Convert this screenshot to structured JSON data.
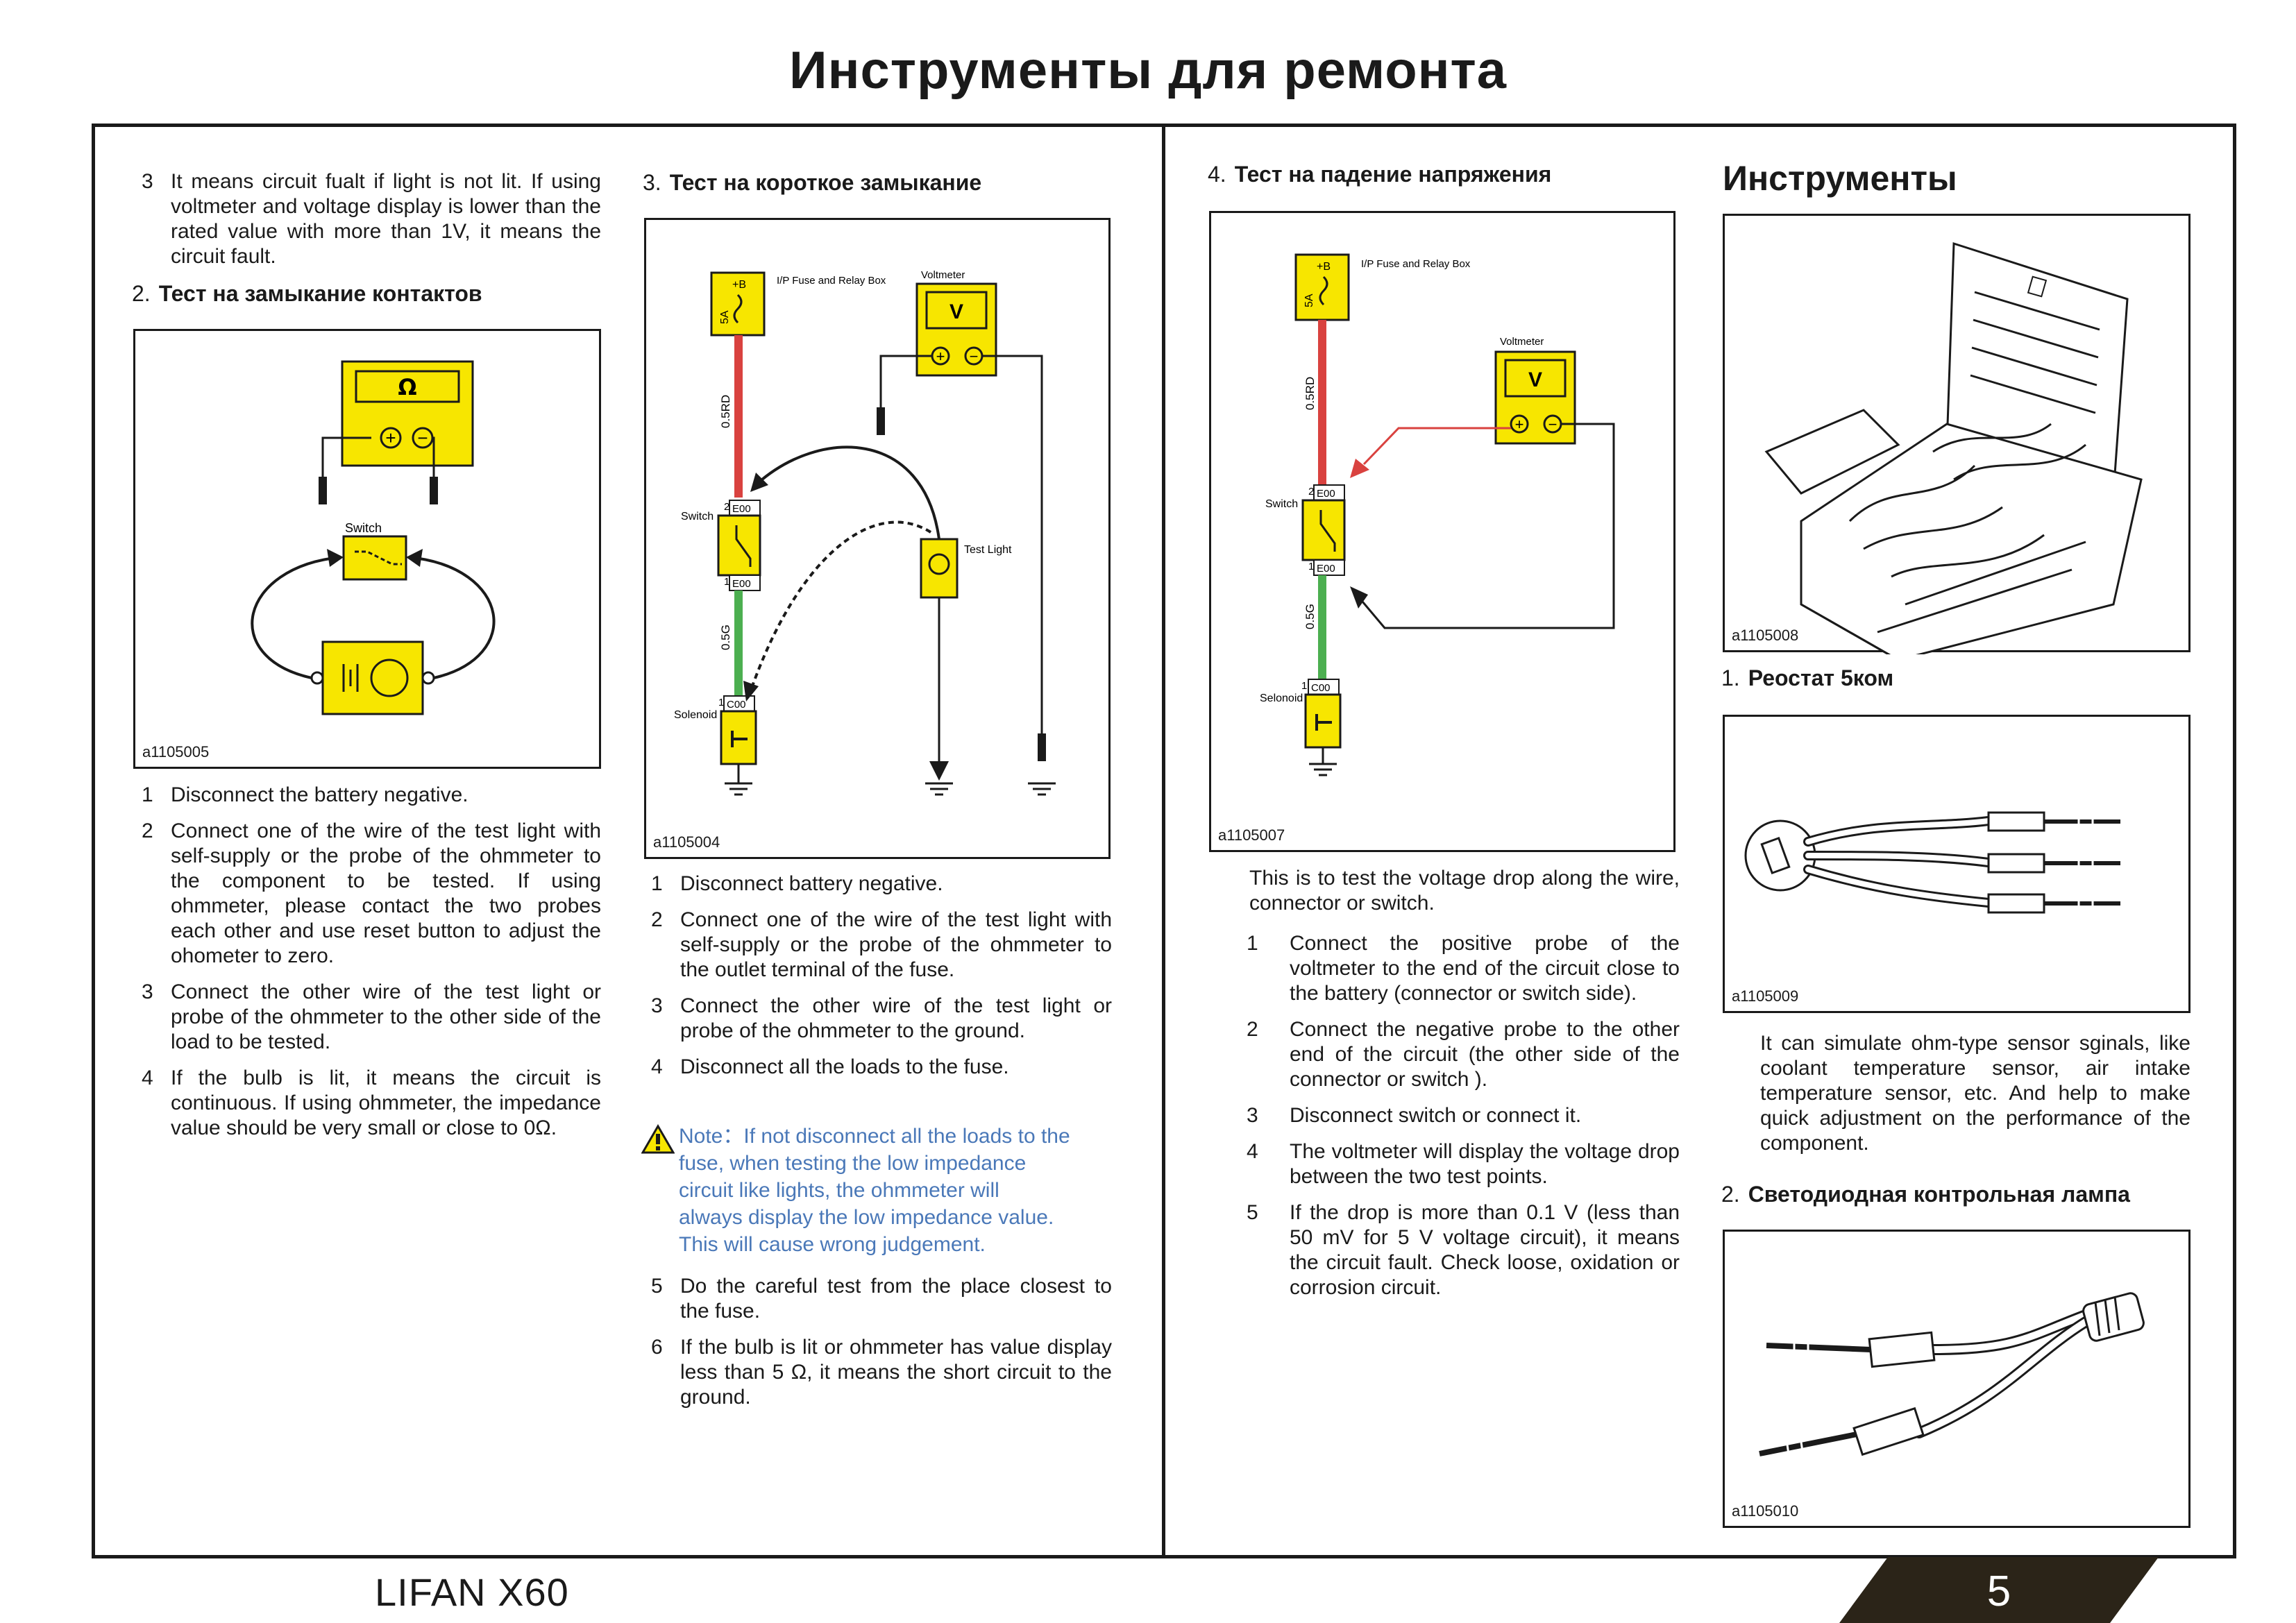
{
  "page": {
    "title": "Инструменты для ремонта",
    "footer_model": "LIFAN X60",
    "page_number": "5"
  },
  "col1": {
    "item3": {
      "num": "3",
      "text": "It means circuit fualt if light is not lit. If using voltmeter and voltage display is lower than the rated value with more than 1V, it means the circuit fault."
    },
    "heading": {
      "num": "2.",
      "text": "Тест на замыкание контактов"
    },
    "figure": {
      "caption": "a1105005",
      "switch_label": "Switch",
      "ohm_symbol": "Ω"
    },
    "steps": [
      {
        "num": "1",
        "text": "Disconnect the battery negative."
      },
      {
        "num": "2",
        "text": "Connect one of the wire of the test light with self-supply or the probe of the ohmmeter to the component to be tested. If using ohmmeter, please contact the two probes each other and use reset button to adjust the ohometer to zero."
      },
      {
        "num": "3",
        "text": "Connect the other wire of the test light or probe of the ohmmeter to the other side of the load to be tested."
      },
      {
        "num": "4",
        "text": "If the bulb is lit, it means the circuit is continuous. If using ohmmeter, the impedance value should be very small or close to 0Ω."
      }
    ]
  },
  "col2": {
    "heading": {
      "num": "3.",
      "text": "Тест на короткое замыкание"
    },
    "figure": {
      "caption": "a1105004",
      "fuse_box": "I/P Fuse and Relay Box",
      "voltmeter": "Voltmeter",
      "switch": "Switch",
      "solenoid": "Solenoid",
      "test_light": "Test Light",
      "fuse_rating": "5A",
      "b_plus": "+B",
      "wire_red": "0.5RD",
      "wire_green": "0.5G",
      "connector_e00": "E00",
      "connector_c00": "C00",
      "pin1": "1",
      "pin2": "2",
      "v_symbol": "V"
    },
    "steps_a": [
      {
        "num": "1",
        "text": "Disconnect battery negative."
      },
      {
        "num": "2",
        "text": "Connect one of the wire of the test light with self-supply or the probe of the ohmmeter to the outlet terminal of the fuse."
      },
      {
        "num": "3",
        "text": "Connect the other wire of the test light or probe of the ohmmeter to the ground."
      },
      {
        "num": "4",
        "text": "Disconnect all the loads to the fuse."
      }
    ],
    "note": {
      "label": "Note：",
      "lines": [
        "If not disconnect all the loads to the",
        "fuse, when testing the low impedance",
        "circuit like lights, the ohmmeter will",
        "always display the low impedance value.",
        "This will cause wrong judgement."
      ]
    },
    "steps_b": [
      {
        "num": "5",
        "text": "Do the careful test from the place closest to the fuse."
      },
      {
        "num": "6",
        "text": "If the bulb is lit or ohmmeter has value display less than 5 Ω, it means the short circuit to the ground."
      }
    ]
  },
  "col3": {
    "heading": {
      "num": "4.",
      "text": "Тест на падение напряжения"
    },
    "figure": {
      "caption": "a1105007",
      "fuse_box": "I/P Fuse and Relay Box",
      "voltmeter": "Voltmeter",
      "switch": "Switch",
      "solenoid": "Selonoid",
      "fuse_rating": "5A",
      "b_plus": "+B",
      "wire_red": "0.5RD",
      "wire_green": "0.5G",
      "connector_e00": "E00",
      "connector_c00": "C00",
      "pin1": "1",
      "pin2": "2",
      "v_symbol": "V"
    },
    "intro": "This is to test the voltage drop along the wire, connector or switch.",
    "steps": [
      {
        "num": "1",
        "text": "Connect the positive probe of the voltmeter to the end of the circuit close to the battery (connector or switch side)."
      },
      {
        "num": "2",
        "text": "Connect the negative probe to the other end of the circuit (the other side of the connector or switch )."
      },
      {
        "num": "3",
        "text": "Disconnect switch or connect it."
      },
      {
        "num": "4",
        "text": "The voltmeter will display the voltage drop between the two test points."
      },
      {
        "num": "5",
        "text": "If the drop is more than 0.1 V (less than 50 mV for 5 V voltage circuit), it means the circuit fault. Check loose, oxidation or corrosion circuit."
      }
    ]
  },
  "col4": {
    "title": "Инструменты",
    "fig1": {
      "caption": "a1105008"
    },
    "heading1": {
      "num": "1.",
      "text": "Реостат 5ком"
    },
    "fig2": {
      "caption": "a1105009"
    },
    "para": "It can simulate ohm-type sensor sginals, like coolant temperature sensor, air intake temperature sensor, etc. And help to make quick adjustment on the performance of the component.",
    "heading2": {
      "num": "2.",
      "text": "Светодиодная контрольная лампа"
    },
    "fig3": {
      "caption": "a1105010"
    }
  },
  "colors": {
    "yellow": "#f7e600",
    "red_wire": "#d9423f",
    "green_wire": "#4caf50",
    "note_blue": "#4a78b8",
    "ink": "#1a1a1a"
  }
}
